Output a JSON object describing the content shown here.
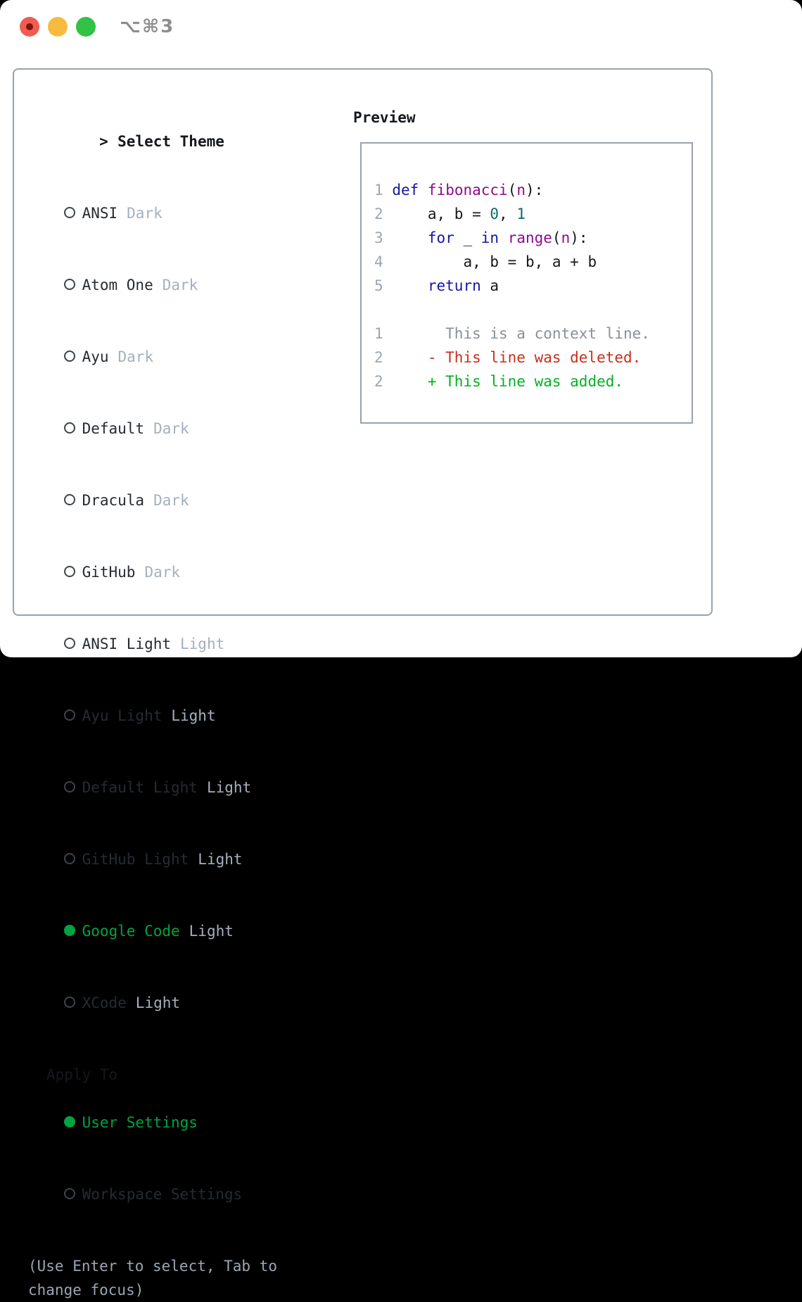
{
  "window": {
    "title": "⌥⌘3"
  },
  "titlebar": {
    "traffic_lights": [
      "close",
      "minimize",
      "zoom"
    ]
  },
  "theme_list": {
    "header_prefix": ">",
    "header": "Select Theme",
    "items": [
      {
        "name": "ANSI",
        "variant": "Dark",
        "selected": false
      },
      {
        "name": "Atom One",
        "variant": "Dark",
        "selected": false
      },
      {
        "name": "Ayu",
        "variant": "Dark",
        "selected": false
      },
      {
        "name": "Default",
        "variant": "Dark",
        "selected": false
      },
      {
        "name": "Dracula",
        "variant": "Dark",
        "selected": false
      },
      {
        "name": "GitHub",
        "variant": "Dark",
        "selected": false
      },
      {
        "name": "ANSI Light",
        "variant": "Light",
        "selected": false
      },
      {
        "name": "Ayu Light",
        "variant": "Light",
        "selected": false
      },
      {
        "name": "Default Light",
        "variant": "Light",
        "selected": false
      },
      {
        "name": "GitHub Light",
        "variant": "Light",
        "selected": false
      },
      {
        "name": "Google Code",
        "variant": "Light",
        "selected": true
      },
      {
        "name": "XCode",
        "variant": "Light",
        "selected": false
      }
    ]
  },
  "apply_to": {
    "header": "Apply To",
    "options": [
      {
        "label": "User Settings",
        "selected": true
      },
      {
        "label": "Workspace Settings",
        "selected": false
      }
    ]
  },
  "help_text": "(Use Enter to select, Tab to change focus)",
  "preview": {
    "header": "Preview",
    "code_lines": [
      {
        "num": "1",
        "tokens": [
          {
            "t": " ",
            "c": "pl"
          },
          {
            "t": "def",
            "c": "kw"
          },
          {
            "t": " ",
            "c": "pl"
          },
          {
            "t": "fibonacci",
            "c": "fn"
          },
          {
            "t": "(",
            "c": "pl"
          },
          {
            "t": "n",
            "c": "fn"
          },
          {
            "t": "):",
            "c": "pl"
          }
        ]
      },
      {
        "num": "2",
        "tokens": [
          {
            "t": "     a, b = ",
            "c": "pl"
          },
          {
            "t": "0",
            "c": "lit"
          },
          {
            "t": ", ",
            "c": "pl"
          },
          {
            "t": "1",
            "c": "lit"
          }
        ]
      },
      {
        "num": "3",
        "tokens": [
          {
            "t": "     ",
            "c": "pl"
          },
          {
            "t": "for",
            "c": "kw"
          },
          {
            "t": " _ ",
            "c": "pl"
          },
          {
            "t": "in",
            "c": "kw"
          },
          {
            "t": " ",
            "c": "pl"
          },
          {
            "t": "range",
            "c": "fn"
          },
          {
            "t": "(",
            "c": "pl"
          },
          {
            "t": "n",
            "c": "fn"
          },
          {
            "t": "):",
            "c": "pl"
          }
        ]
      },
      {
        "num": "4",
        "tokens": [
          {
            "t": "         a, b = b, a + b",
            "c": "pl"
          }
        ]
      },
      {
        "num": "5",
        "tokens": [
          {
            "t": "     ",
            "c": "pl"
          },
          {
            "t": "return",
            "c": "kw"
          },
          {
            "t": " a",
            "c": "pl"
          }
        ]
      }
    ],
    "diff_lines": [
      {
        "num": "1",
        "text": "       This is a context line.",
        "type": "ctx"
      },
      {
        "num": "2",
        "text": "     - This line was deleted.",
        "type": "del"
      },
      {
        "num": "2",
        "text": "     + This line was added.",
        "type": "add"
      }
    ]
  },
  "colors": {
    "green": "#00a440",
    "kw": "#1616a3",
    "fn": "#8d0c8d",
    "lit": "#0a6a6a",
    "add": "#00b222",
    "del": "#c5301c",
    "ctx": "#8a9096",
    "ln": "#9ba6b4",
    "ink": "#262b31",
    "muted": "#a5b0bd",
    "border": "#98a2ae",
    "help": "#9aa6b4",
    "tl_red": "#f15b51",
    "tl_red_dot": "#7c1410",
    "tl_yellow": "#f7bb40",
    "tl_green": "#31c248"
  }
}
